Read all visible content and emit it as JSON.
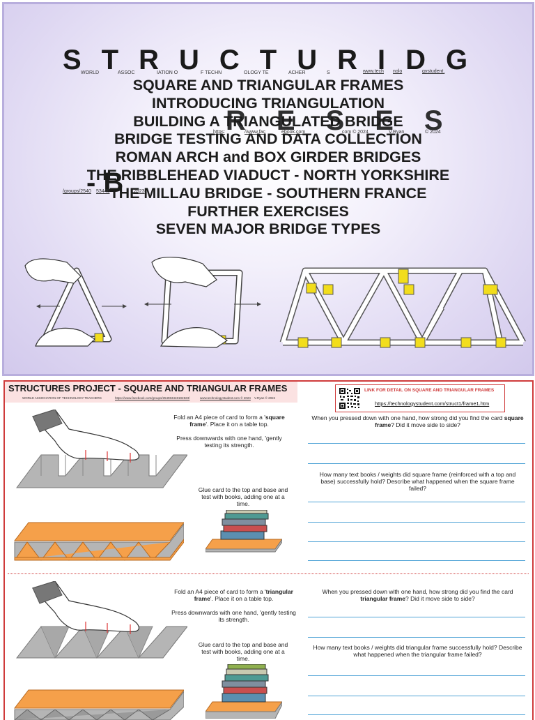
{
  "cover": {
    "title_line1": "STRUCTURIDG",
    "title_line2": "RESES",
    "title_line3": "- B",
    "overlay": {
      "org_fragments": [
        "WORLD",
        "ASSOC",
        "IATION O",
        "F TECHN",
        "OLOGY TE",
        "ACHER",
        "S"
      ],
      "web_fragments": [
        "www.tech",
        "nolo",
        "gystudent."
      ],
      "facebook_fragments": [
        "https:",
        "//www.fac",
        "ebook.com"
      ],
      "copyright_fragments": [
        "com © 2024",
        "V.Ryan",
        "© 2024"
      ],
      "group_fragments": [
        "/groups/2540",
        "53446",
        "2823"
      ]
    },
    "menu_items": [
      "SQUARE AND TRIANGULAR FRAMES",
      "INTRODUCING TRIANGULATION",
      "BUILDING A TRIANGULATED BRIDGE",
      "BRIDGE TESTING AND DATA COLLECTION",
      "ROMAN ARCH and BOX GIRDER BRIDGES",
      "THE RIBBLEHEAD VIADUCT - NORTH YORKSHIRE",
      "THE MILLAU BRIDGE - SOUTHERN FRANCE",
      "FURTHER EXERCISES",
      "SEVEN MAJOR BRIDGE TYPES"
    ]
  },
  "worksheet": {
    "title": "STRUCTURES PROJECT - SQUARE AND TRIANGULAR FRAMES",
    "sub": {
      "org": "WORLD ASSOCIATION OF TECHNOLOGY TEACHERS",
      "facebook": "https://www.facebook.com/groups/254963448192823/",
      "website": "www.technologystudent.com © 2024",
      "author": "V.Ryan © 2024"
    },
    "link_label": "LINK FOR DETAIL ON SQUARE AND TRIANGULAR FRAMES",
    "link_url": "https://technologystudent.com/struct1/frame1.htm",
    "square": {
      "fold_pre": "Fold an A4 piece of card to form a '",
      "fold_bold": "square frame",
      "fold_post": "'. Place it on a table top.",
      "press": "Press downwards with one hand, 'gently testing its strength.",
      "glue": "Glue card to the top and base and test with books, adding one at a time.",
      "q1_pre": "When you pressed down with one hand, how strong did you find the card ",
      "q1_bold": "square frame",
      "q1_post": "? Did it move side to side?",
      "q2": "How many text books / weights did square frame (reinforced with a top and base) successfully hold? Describe what happened when the square frame failed?"
    },
    "triangle": {
      "fold_pre": "Fold an A4 piece of card to form a '",
      "fold_bold": "triangular frame",
      "fold_post": "'. Place it on a table top.",
      "press": "Press downwards with one hand, 'gently testing its strength.",
      "glue": "Glue card to the top and base and test with books, adding one at a time.",
      "q1_pre": "When you pressed down with one hand, how strong did you find the card ",
      "q1_bold": "triangular frame",
      "q1_post": "? Did it move side to side?",
      "q2": "How many text books / weights did triangular frame successfully hold? Describe what happened when the triangular frame failed?"
    }
  },
  "colors": {
    "accent_red": "#cf3b3b",
    "answer_line_blue": "#4fa3d6",
    "joint_yellow": "#f2dd1c",
    "card_orange": "#f5a04a",
    "card_gray": "#b5b5b5"
  }
}
